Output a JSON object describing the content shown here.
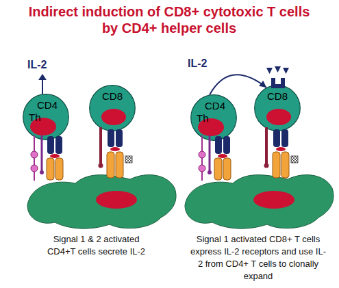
{
  "diagram": {
    "title": "Indirect induction of CD8+ cytotoxic T cells by CD4+ helper cells",
    "nodes": [
      {
        "text": [
          "CD4",
          "Th"
        ]
      },
      {
        "text": [
          "CD8"
        ]
      },
      {
        "text": [
          "CD4",
          "Th"
        ]
      },
      {
        "text": [
          "CD8"
        ]
      }
    ],
    "edges": [
      {
        "from": 2,
        "to": 3,
        "arrow": "to",
        "label": "IL-2"
      }
    ],
    "labels": [
      "IL-2",
      "Signal 1 & 2 activated CD4+T cells secrete IL-2",
      "Signal 1 activated CD8+ T cells express IL-2 receptors and use IL-2 from CD4+ T cells to clonally expand"
    ]
  }
}
